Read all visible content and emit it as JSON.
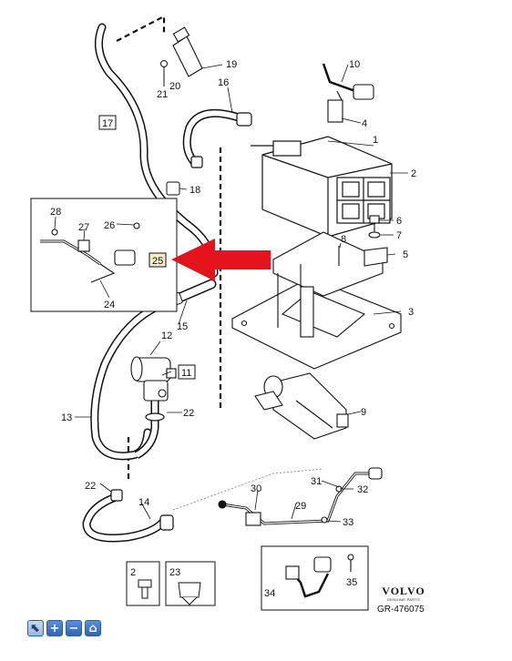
{
  "callouts": {
    "c1": "1",
    "c2": "2",
    "c3": "3",
    "c4": "4",
    "c5": "5",
    "c6": "6",
    "c7": "7",
    "c8": "8",
    "c9": "9",
    "c10": "10",
    "c11": "11",
    "c12": "12",
    "c13": "13",
    "c14": "14",
    "c15": "15",
    "c16": "16",
    "c17": "17",
    "c18": "18",
    "c19": "19",
    "c20": "20",
    "c21": "21",
    "c22a": "22",
    "c22b": "22",
    "c23": "23",
    "c24": "24",
    "c25": "25",
    "c26": "26",
    "c27": "27",
    "c28": "28",
    "c29": "29",
    "c30": "30",
    "c31": "31",
    "c32": "32",
    "c33": "33",
    "c34": "34",
    "c35": "35",
    "legend2": "2",
    "legend23": "23"
  },
  "brand": {
    "name": "VOLVO",
    "sub": "GENUINE PARTS"
  },
  "reference": "GR-476075",
  "toolbar": {
    "pointer": "⬉",
    "zoom_in": "+",
    "zoom_out": "−",
    "home": "⌂"
  },
  "colors": {
    "arrow": "#e3141b",
    "line": "#111111",
    "box25": "#f5ecc8"
  }
}
